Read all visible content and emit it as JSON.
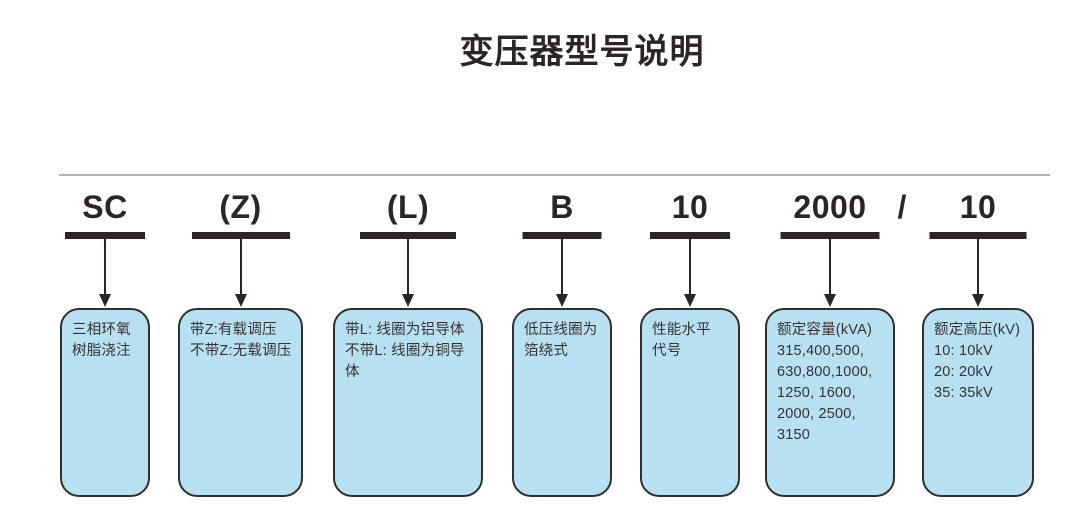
{
  "page": {
    "title": "变压器型号说明"
  },
  "separator": "/",
  "colors": {
    "box_fill": "#b8e0f3",
    "box_border": "#332e2b",
    "ink": "#2b2623",
    "divider_line": "#b5b3b1",
    "background": "#ffffff"
  },
  "columns": [
    {
      "code": "SC",
      "description": "三相环氧\n树脂浇注"
    },
    {
      "code": "(Z)",
      "description": "带Z:有载调压\n不带Z:无载调压"
    },
    {
      "code": "(L)",
      "description": "带L: 线圈为铝导体\n不带L: 线圈为铜导体"
    },
    {
      "code": "B",
      "description": "低压线圈为\n箔绕式"
    },
    {
      "code": "10",
      "description": "性能水平\n代号"
    },
    {
      "code": "2000",
      "description": "额定容量(kVA)\n315,400,500,\n630,800,1000,\n1250, 1600,\n2000, 2500,\n3150"
    },
    {
      "code": "10",
      "description": "额定高压(kV)\n10: 10kV\n20: 20kV\n35: 35kV"
    }
  ]
}
